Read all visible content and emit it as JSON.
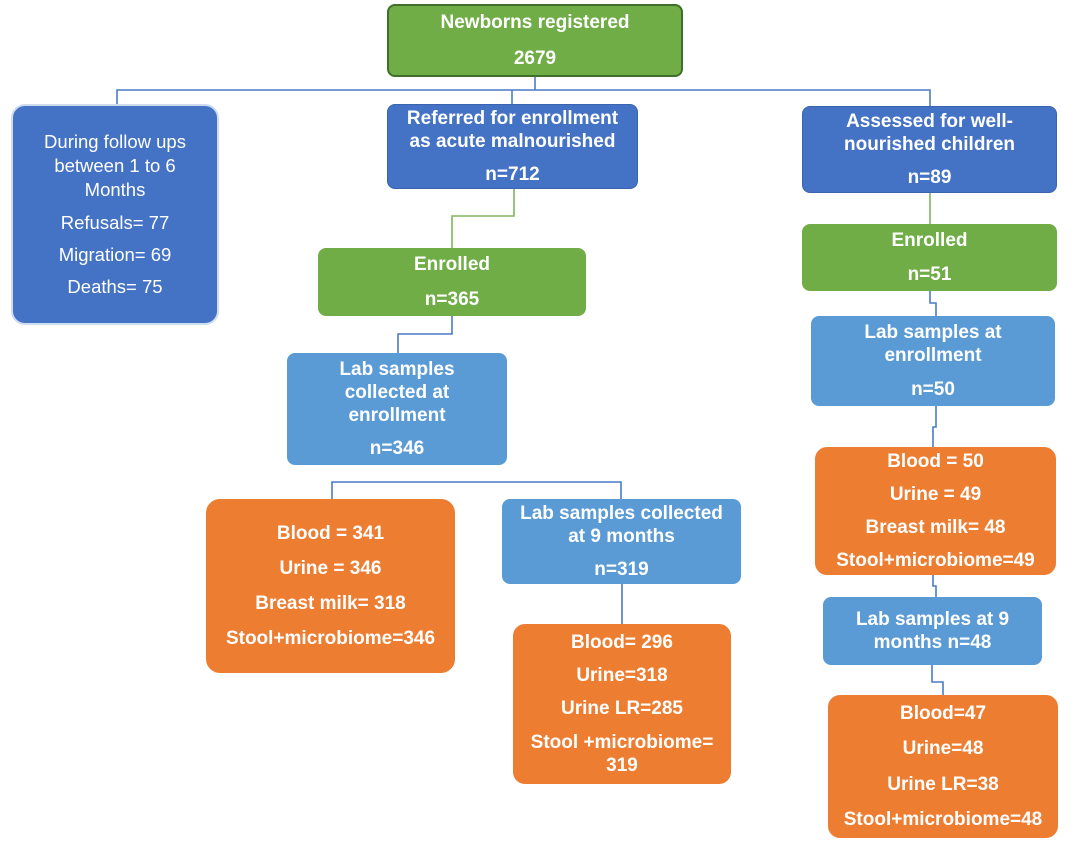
{
  "boxes": {
    "newborns": {
      "title": "Newborns registered",
      "count": "2679"
    },
    "followups": {
      "line1": "During follow ups",
      "line2": "between 1 to 6",
      "line3": "Months",
      "refusals": "Refusals= 77",
      "migration": "Migration= 69",
      "deaths": "Deaths= 75"
    },
    "referred": {
      "line1": "Referred for enrollment",
      "line2": "as acute malnourished",
      "count": "n=712"
    },
    "assessed": {
      "line1": "Assessed for well-",
      "line2": "nourished children",
      "count": "n=89"
    },
    "enrolled_mal": {
      "title": "Enrolled",
      "count": "n=365"
    },
    "enrolled_well": {
      "title": "Enrolled",
      "count": "n=51"
    },
    "lab_enroll_mal": {
      "line1": "Lab samples",
      "line2": "collected at",
      "line3": "enrollment",
      "count": "n=346"
    },
    "lab_enroll_well": {
      "line1": "Lab samples at",
      "line2": "enrollment",
      "count": "n=50"
    },
    "samples_mal_enroll": {
      "blood": "Blood = 341",
      "urine": "Urine = 346",
      "milk": "Breast milk= 318",
      "stool": "Stool+microbiome=346"
    },
    "lab_9m_mal": {
      "line1": "Lab samples collected",
      "line2": "at 9 months",
      "count": "n=319"
    },
    "samples_mal_9m": {
      "blood": "Blood= 296",
      "urine": "Urine=318",
      "urine_lr": "Urine LR=285",
      "stool1": "Stool +microbiome=",
      "stool2": "319"
    },
    "samples_well_enroll": {
      "blood": "Blood = 50",
      "urine": "Urine = 49",
      "milk": "Breast milk= 48",
      "stool": "Stool+microbiome=49"
    },
    "lab_9m_well": {
      "line1": "Lab samples at 9",
      "line2": "months n=48"
    },
    "samples_well_9m": {
      "blood": "Blood=47",
      "urine": "Urine=48",
      "urine_lr": "Urine LR=38",
      "stool": "Stool+microbiome=48"
    }
  },
  "colors": {
    "green": "#70ad47",
    "dark_blue": "#4472c4",
    "light_blue": "#5b9bd5",
    "orange": "#ed7d31",
    "connector_blue": "#4a7cc7",
    "connector_green": "#7fb55a"
  }
}
